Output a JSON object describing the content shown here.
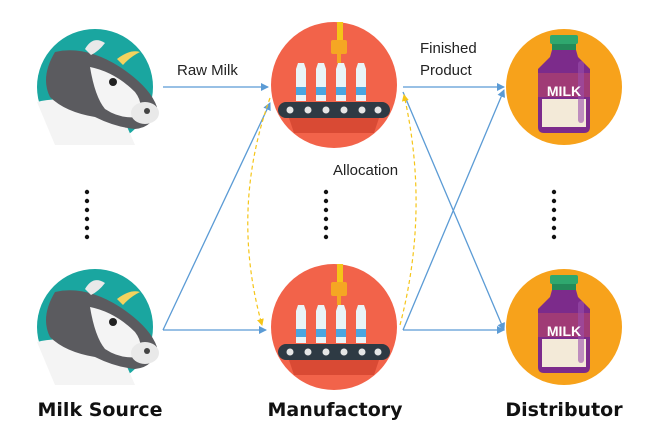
{
  "columns": {
    "source": "Milk Source",
    "manufactory": "Manufactory",
    "distributor": "Distributor"
  },
  "edge_labels": {
    "raw_milk": "Raw Milk",
    "finished_line1": "Finished",
    "finished_line2": "Product",
    "allocation": "Allocation"
  },
  "bottle_label": "MILK",
  "icons": {
    "source": "cow-head-icon",
    "manufactory": "bottling-conveyor-icon",
    "distributor": "milk-bottle-icon"
  },
  "colors": {
    "teal": "#1aa6a0",
    "cow_gray": "#5b5b5f",
    "factory_red": "#f2634a",
    "distributor_orange": "#f7a21b",
    "bottle_purple": "#7c2b8b",
    "flow_blue": "#5b9bd5",
    "allocation_yellow": "#f5c518"
  }
}
